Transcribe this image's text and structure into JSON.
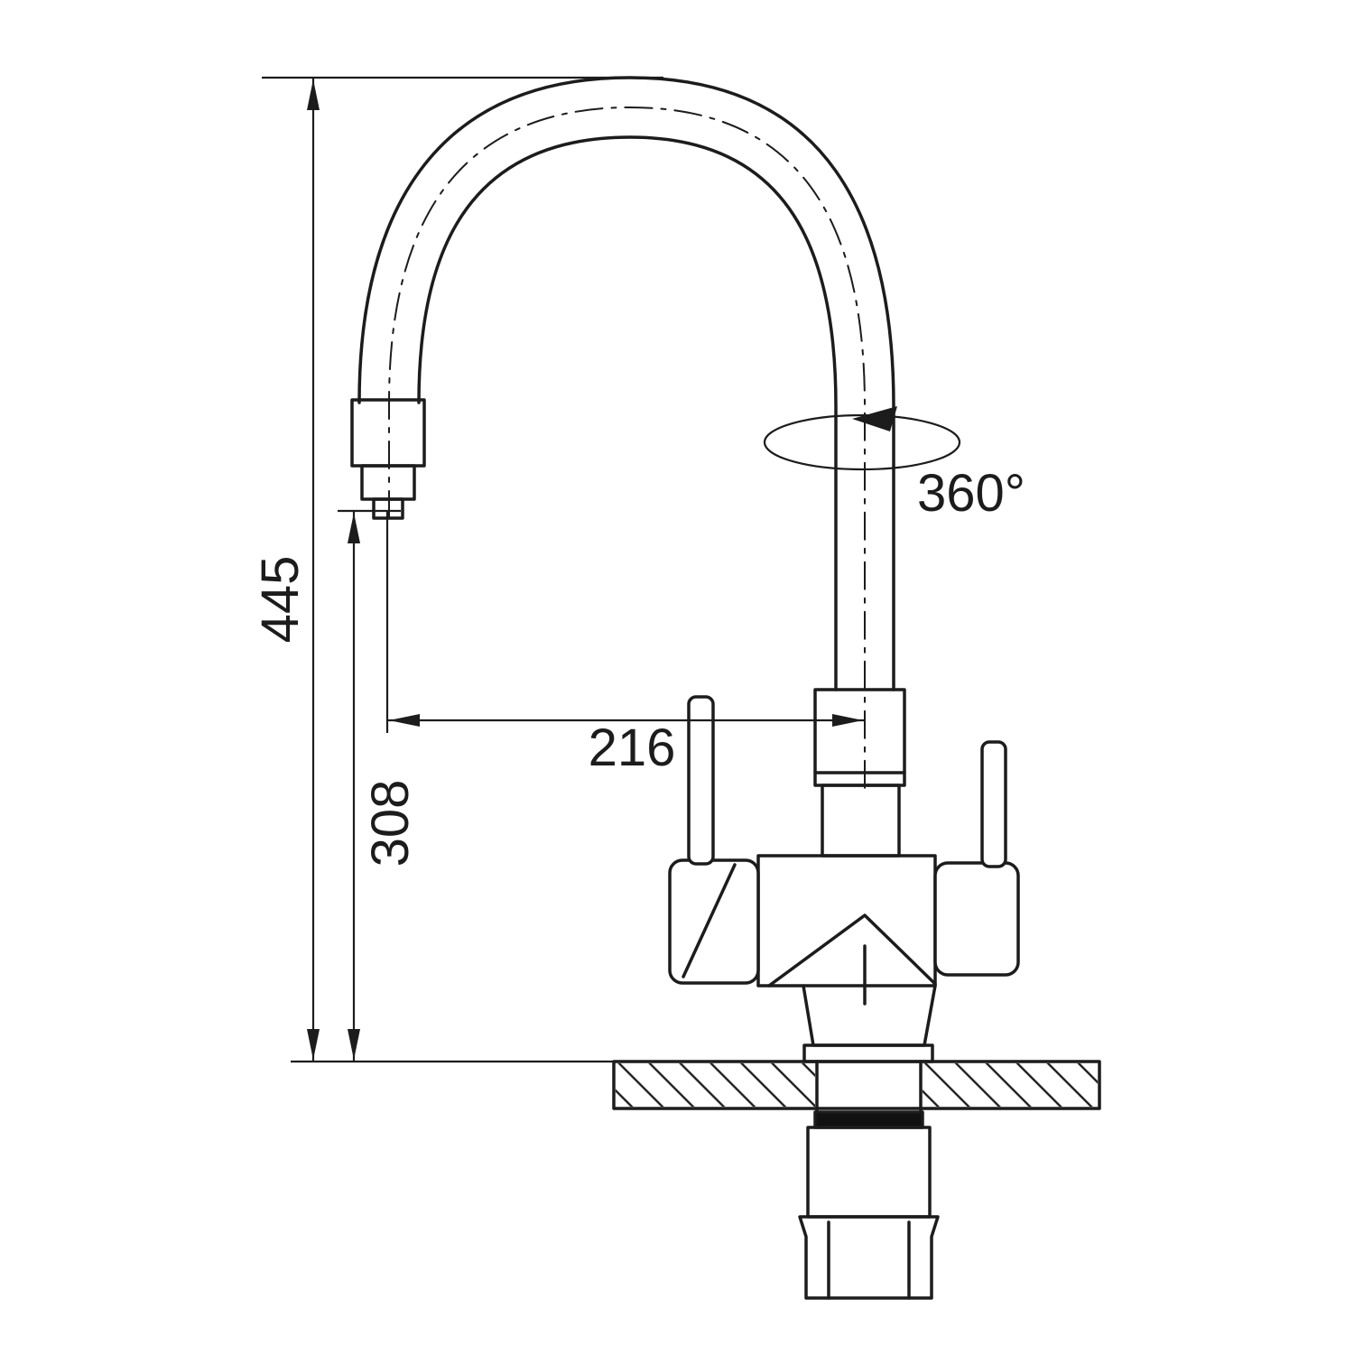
{
  "dimensions": {
    "total_height": "445",
    "spout_height": "308",
    "spout_reach": "216",
    "rotation": "360°"
  },
  "colors": {
    "line": "#1c1c1c",
    "background": "#ffffff"
  }
}
